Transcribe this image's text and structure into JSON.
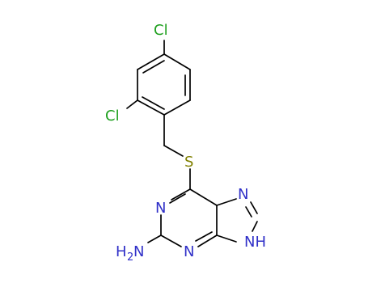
{
  "molecule": {
    "atoms": {
      "cl_top": "Cl",
      "cl_left": "Cl",
      "sulfur": "S",
      "n1": "N",
      "n3": "N",
      "n7": "N",
      "nh9": "NH",
      "amine_h": "H",
      "amine_sub": "2",
      "amine_n": "N"
    },
    "colors": {
      "chlorine": "#1fa01f",
      "sulfur": "#808000",
      "nitrogen": "#3030c8",
      "bond": "#000000"
    }
  }
}
